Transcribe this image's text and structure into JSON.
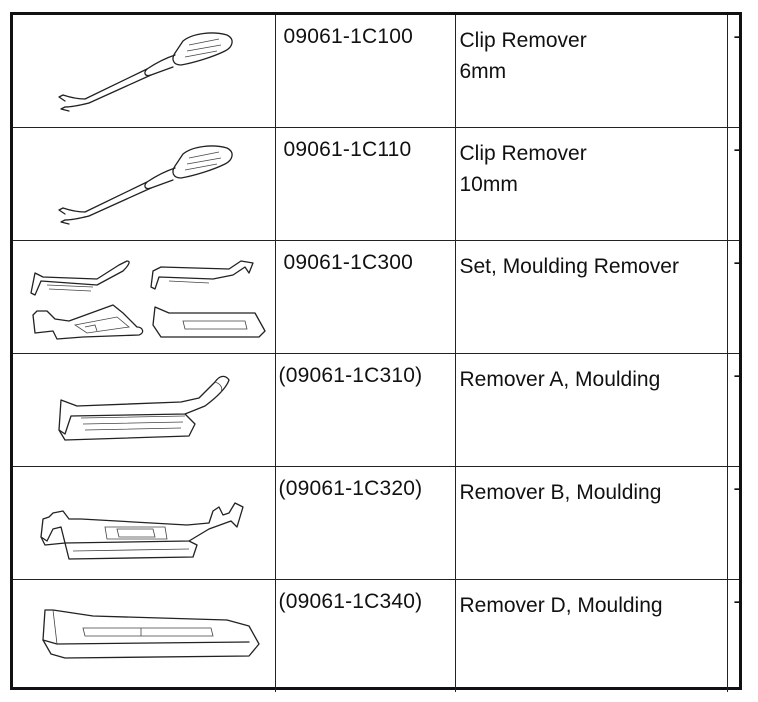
{
  "rows": [
    {
      "part_no": "09061-1C100",
      "desc_line1": "Clip Remover",
      "desc_line2": "6mm",
      "note": "-",
      "illustration": "clip-remover-6mm-icon"
    },
    {
      "part_no": "09061-1C110",
      "desc_line1": "Clip Remover",
      "desc_line2": "10mm",
      "note": "-",
      "illustration": "clip-remover-10mm-icon"
    },
    {
      "part_no": "09061-1C300",
      "desc_line1": "Set, Moulding Remover",
      "desc_line2": "",
      "note": "-",
      "illustration": "moulding-remover-set-icon"
    },
    {
      "part_no": "(09061-1C310)",
      "desc_line1": "Remover A, Moulding",
      "desc_line2": "",
      "note": "-",
      "illustration": "moulding-remover-a-icon"
    },
    {
      "part_no": "(09061-1C320)",
      "desc_line1": "Remover B, Moulding",
      "desc_line2": "",
      "note": "-",
      "illustration": "moulding-remover-b-icon"
    },
    {
      "part_no": "(09061-1C340)",
      "desc_line1": "Remover D, Moulding",
      "desc_line2": "",
      "note": "-",
      "illustration": "moulding-remover-d-icon"
    }
  ]
}
